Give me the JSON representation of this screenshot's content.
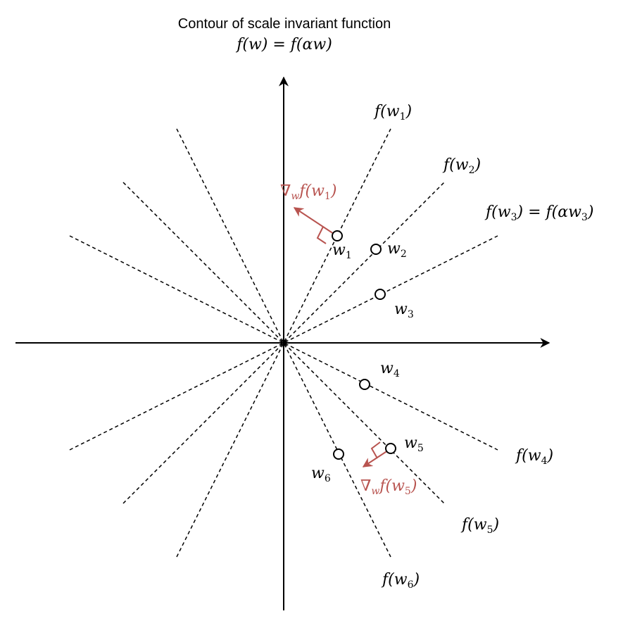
{
  "title": {
    "line1": "Contour of scale invariant function",
    "line2_lhs": "f(w)",
    "line2_eq": " = ",
    "line2_rhs": "f(αw)"
  },
  "contours": {
    "f1": {
      "fn": "f(w",
      "sub": "1",
      "close": ")"
    },
    "f2": {
      "fn": "f(w",
      "sub": "2",
      "close": ")"
    },
    "f3": {
      "fn": "f(w",
      "sub": "3",
      "close": ")",
      "eq": " = f(αw",
      "sub2": "3",
      "close2": ")"
    },
    "f4": {
      "fn": "f(w",
      "sub": "4",
      "close": ")"
    },
    "f5": {
      "fn": "f(w",
      "sub": "5",
      "close": ")"
    },
    "f6": {
      "fn": "f(w",
      "sub": "6",
      "close": ")"
    }
  },
  "points": {
    "w1": {
      "name": "w",
      "sub": "1"
    },
    "w2": {
      "name": "w",
      "sub": "2"
    },
    "w3": {
      "name": "w",
      "sub": "3"
    },
    "w4": {
      "name": "w",
      "sub": "4"
    },
    "w5": {
      "name": "w",
      "sub": "5"
    },
    "w6": {
      "name": "w",
      "sub": "6"
    }
  },
  "gradients": {
    "g1": {
      "nabla": "∇",
      "wsub": "w",
      "fn": "f(w",
      "sub": "1",
      "close": ")"
    },
    "g5": {
      "nabla": "∇",
      "wsub": "w",
      "fn": "f(w",
      "sub": "5",
      "close": ")"
    }
  },
  "colors": {
    "gradient": "#b85450",
    "lines": "#000000"
  }
}
